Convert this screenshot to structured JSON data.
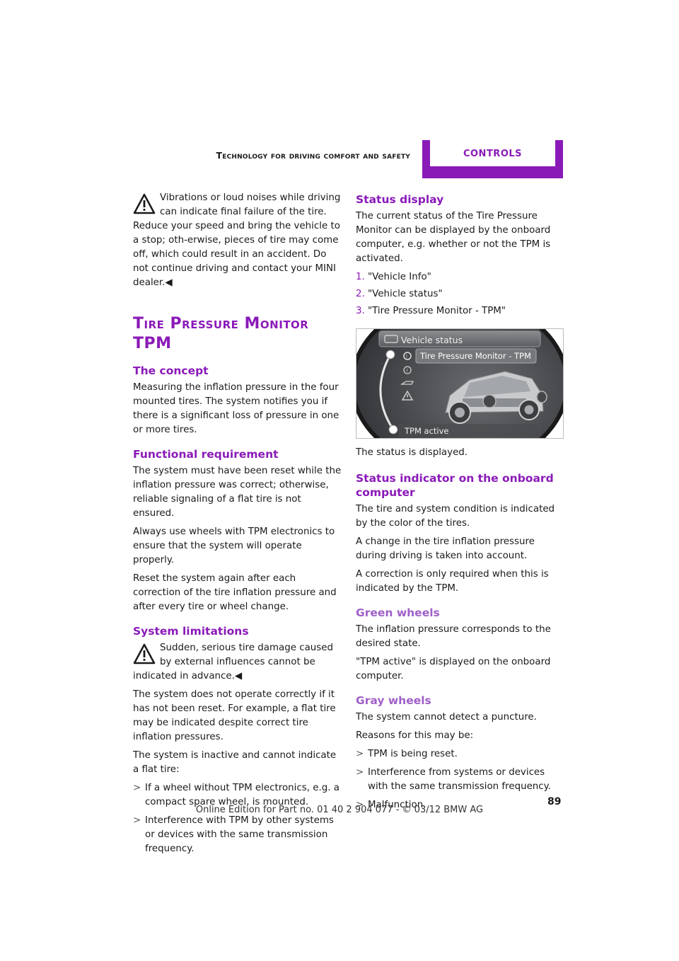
{
  "header": {
    "section": "Technology for driving comfort and safety",
    "tab": "CONTROLS"
  },
  "left": {
    "warning1": "Vibrations or loud noises while driving can indicate final failure of the tire. Reduce your speed and bring the vehicle to a stop; oth-erwise, pieces of tire may come off, which could result in an accident. Do not continue driving and contact your MINI dealer.◀",
    "title_line1": "Tire Pressure Monitor",
    "title_line2": "TPM",
    "concept_heading": "The concept",
    "concept_text": "Measuring the inflation pressure in the four mounted tires. The system notifies you if there is a significant loss of pressure in one or more tires.",
    "functional_heading": "Functional requirement",
    "functional_p1": "The system must have been reset while the inflation pressure was correct; otherwise, reliable signaling of a flat tire is not ensured.",
    "functional_p2": "Always use wheels with TPM electronics to ensure that the system will operate properly.",
    "functional_p3": "Reset the system again after each correction of the tire inflation pressure and after every tire or wheel change.",
    "limitations_heading": "System limitations",
    "warning2": "Sudden, serious tire damage caused by external influences cannot be indicated in advance.◀",
    "limitations_p1": "The system does not operate correctly if it has not been reset. For example, a flat tire may be indicated despite correct tire inflation pressures.",
    "limitations_p2": "The system is inactive and cannot indicate a flat tire:",
    "bullets": [
      "If a wheel without TPM electronics, e.g. a compact spare wheel, is mounted.",
      "Interference with TPM by other systems or devices with the same transmission frequency."
    ]
  },
  "right": {
    "status_heading": "Status display",
    "status_text": "The current status of the Tire Pressure Monitor can be displayed by the onboard computer, e.g. whether or not the TPM is activated.",
    "steps": [
      {
        "num": "1.",
        "text": "\"Vehicle Info\""
      },
      {
        "num": "2.",
        "text": "\"Vehicle status\""
      },
      {
        "num": "3.",
        "text": "\"Tire Pressure Monitor - TPM\""
      }
    ],
    "screen": {
      "title": "Vehicle status",
      "selected": "Tire Pressure Monitor - TPM",
      "status": "TPM active"
    },
    "status_displayed": "The status is displayed.",
    "indicator_heading": "Status indicator on the onboard computer",
    "indicator_p1": "The tire and system condition is indicated by the color of the tires.",
    "indicator_p2": "A change in the tire inflation pressure during driving is taken into account.",
    "indicator_p3": "A correction is only required when this is indicated by the TPM.",
    "green_heading": "Green wheels",
    "green_p1": "The inflation pressure corresponds to the desired state.",
    "green_p2": "\"TPM active\" is displayed on the onboard computer.",
    "gray_heading": "Gray wheels",
    "gray_p1": "The system cannot detect a puncture.",
    "gray_p2": "Reasons for this may be:",
    "bullets": [
      "TPM is being reset.",
      "Interference from systems or devices with the same transmission frequency.",
      "Malfunction."
    ]
  },
  "footer": {
    "page_number": "89",
    "edition": "Online Edition for Part no. 01 40 2 904 077 - © 03/12 BMW AG"
  }
}
